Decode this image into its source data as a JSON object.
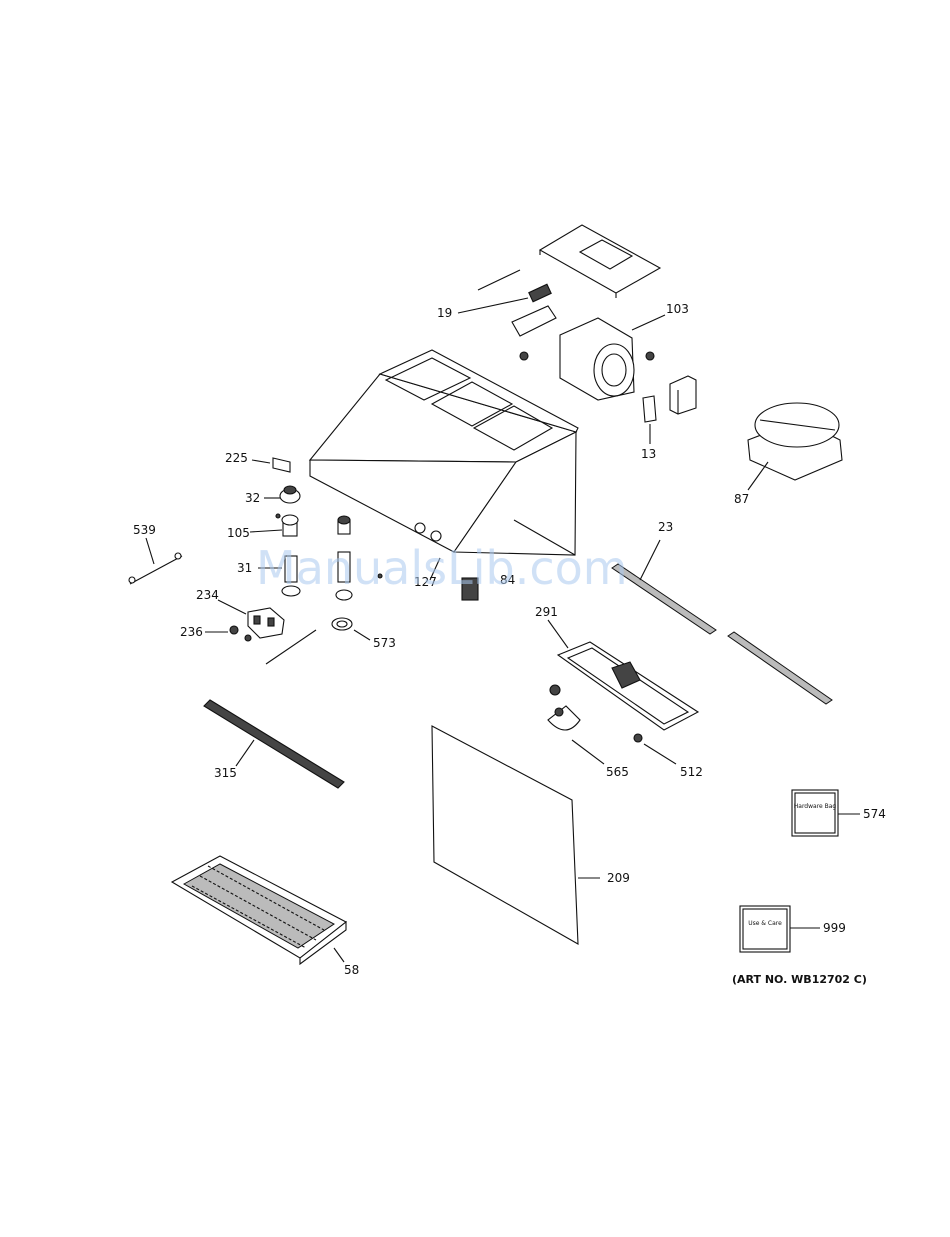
{
  "diagram": {
    "callouts": [
      "19",
      "103",
      "13",
      "87",
      "225",
      "32",
      "105",
      "31",
      "539",
      "23",
      "234",
      "236",
      "573",
      "291",
      "315",
      "565",
      "512",
      "574",
      "209",
      "58",
      "999",
      "127",
      "84"
    ],
    "box_labels": {
      "hardware_bag": "Hardware Bag",
      "use_care": "Use & Care"
    },
    "art_number": "(ART NO. WB12702 C)",
    "watermark": "ManualsLib.com"
  }
}
